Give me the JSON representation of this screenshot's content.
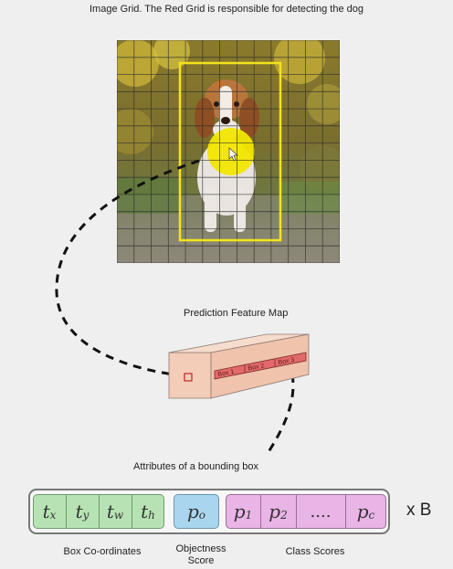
{
  "title": "Image Grid. The Red Grid is responsible for detecting the dog",
  "feature_map_label": "Prediction Feature Map",
  "feature_map_boxes": [
    "Box 1",
    "Box 2",
    "Box 3"
  ],
  "attributes_label": "Attributes of a bounding box",
  "box_coords": [
    {
      "sym": "t",
      "sub": "x"
    },
    {
      "sym": "t",
      "sub": "y"
    },
    {
      "sym": "t",
      "sub": "w"
    },
    {
      "sym": "t",
      "sub": "h"
    }
  ],
  "objectness": {
    "sym": "p",
    "sub": "o"
  },
  "class_scores": [
    {
      "sym": "p",
      "sub": "1"
    },
    {
      "sym": "p",
      "sub": "2"
    },
    {
      "sym": "....",
      "sub": ""
    },
    {
      "sym": "p",
      "sub": "c"
    }
  ],
  "multiplier": "x B",
  "labels": {
    "box_coordinates": "Box Co-ordinates",
    "objectness_line1": "Objectness",
    "objectness_line2": "Score",
    "class_scores": "Class Scores"
  },
  "colors": {
    "grid_highlight": "#f2e600",
    "bbox": "#f5e31a",
    "feature_map": "#f3cdb8",
    "box_strip": "#e36a6a",
    "green": "#b7e3b4",
    "blue": "#a9d6ee",
    "pink": "#e9b4e6"
  }
}
